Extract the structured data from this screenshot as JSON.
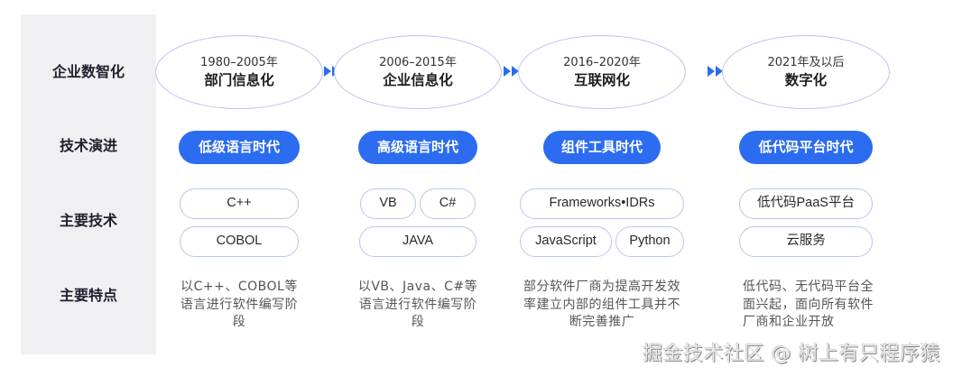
{
  "row_labels": {
    "digitalization": "企业数智化",
    "tech_evolution": "技术演进",
    "main_tech": "主要技术",
    "main_features": "主要特点"
  },
  "columns": [
    {
      "years": "1980–2005年",
      "era": "部门信息化",
      "stage": "低级语言时代",
      "tech_rows": [
        [
          "C++"
        ],
        [
          "COBOL"
        ]
      ],
      "description": "以C++、COBOL等语言进行软件编写阶段"
    },
    {
      "years": "2006–2015年",
      "era": "企业信息化",
      "stage": "高级语言时代",
      "tech_rows": [
        [
          "VB",
          "C#"
        ],
        [
          "JAVA"
        ]
      ],
      "description": "以VB、Java、C#等语言进行软件编写阶段"
    },
    {
      "years": "2016–2020年",
      "era": "互联网化",
      "stage": "组件工具时代",
      "tech_rows": [
        [
          "Frameworks•IDRs"
        ],
        [
          "JavaScript",
          "Python"
        ]
      ],
      "description": "部分软件厂商为提高开发效率建立内部的组件工具并不断完善推广"
    },
    {
      "years": "2021年及以后",
      "era": "数字化",
      "stage": "低代码平台时代",
      "tech_rows": [
        [
          "低代码PaaS平台"
        ],
        [
          "云服务"
        ]
      ],
      "description": "低代码、无代码平台全面兴起，面向所有软件厂商和企业开放"
    }
  ],
  "arrows": [
    "double-right-arrow",
    "double-right-arrow",
    "double-right-arrow"
  ],
  "colors": {
    "accent": "#2b6cf0",
    "outline": "#b9c5f1",
    "panel": "#f0f0f2"
  },
  "watermark": "掘金技术社区 @ 树上有只程序猿"
}
